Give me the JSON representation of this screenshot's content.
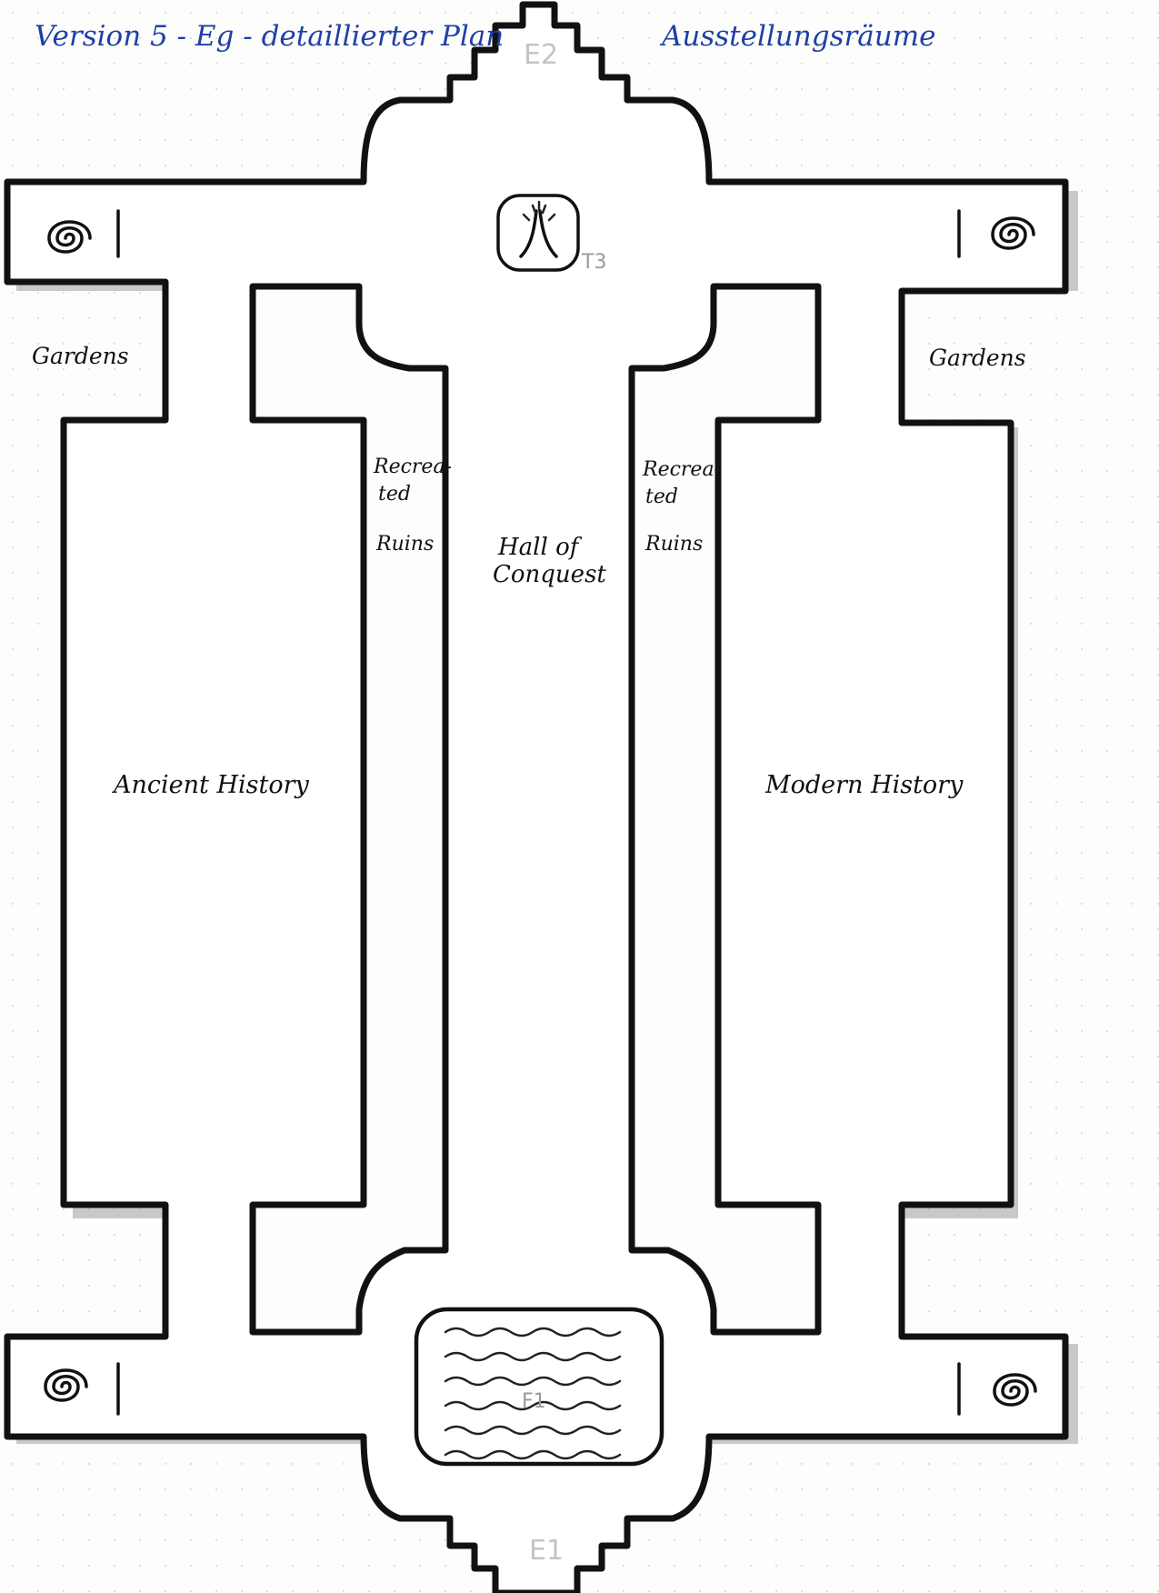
{
  "header": {
    "title_left": "Version 5 - Eg - detaillierter Plan",
    "title_right": "Ausstellungsräume"
  },
  "markers": {
    "top_entrance": "E2",
    "bottom_entrance": "E1",
    "tree_marker": "T3",
    "fountain_marker": "F1"
  },
  "rooms": {
    "gardens_left": "Gardens",
    "gardens_right": "Gardens",
    "ruins_left_line1": "Recrea-",
    "ruins_left_line2": "ted",
    "ruins_left_line3": "Ruins",
    "ruins_right_line1": "Recrea-",
    "ruins_right_line2": "ted",
    "ruins_right_line3": "Ruins",
    "hall_line1": "Hall of",
    "hall_line2": "Conquest",
    "ancient": "Ancient History",
    "modern": "Modern History"
  },
  "icons": {
    "corner_symbols": "spiral-icon",
    "center_symbol": "tree-icon",
    "fountain_symbol": "water-waves-icon"
  }
}
